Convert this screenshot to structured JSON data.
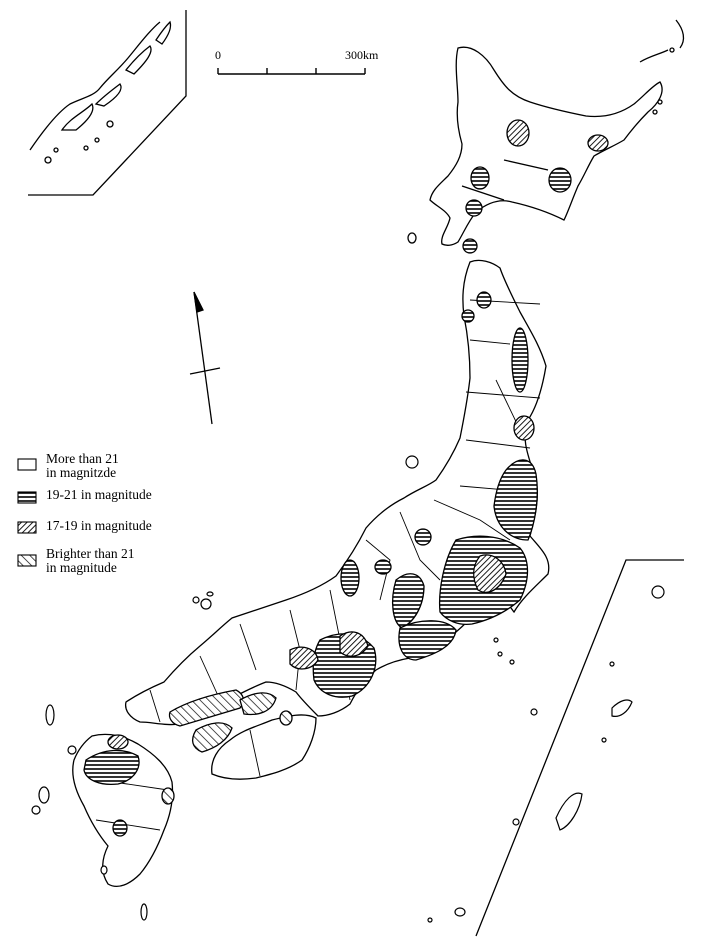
{
  "scale_bar": {
    "start_label": "0",
    "end_label": "300km"
  },
  "legend": {
    "items": [
      {
        "label": "More than 21\nin magnitzde",
        "pattern": "blank"
      },
      {
        "label": "19-21 in magnitude",
        "pattern": "horizontal-hatch"
      },
      {
        "label": "17-19 in magnitude",
        "pattern": "diagonal-dense-hatch"
      },
      {
        "label": "Brighter than 21\nin magnitude",
        "pattern": "diagonal-sparse-hatch"
      }
    ]
  },
  "colors": {
    "ink": "#000000",
    "paper": "#ffffff"
  },
  "icons": {
    "north_arrow": "north-arrow-icon"
  }
}
